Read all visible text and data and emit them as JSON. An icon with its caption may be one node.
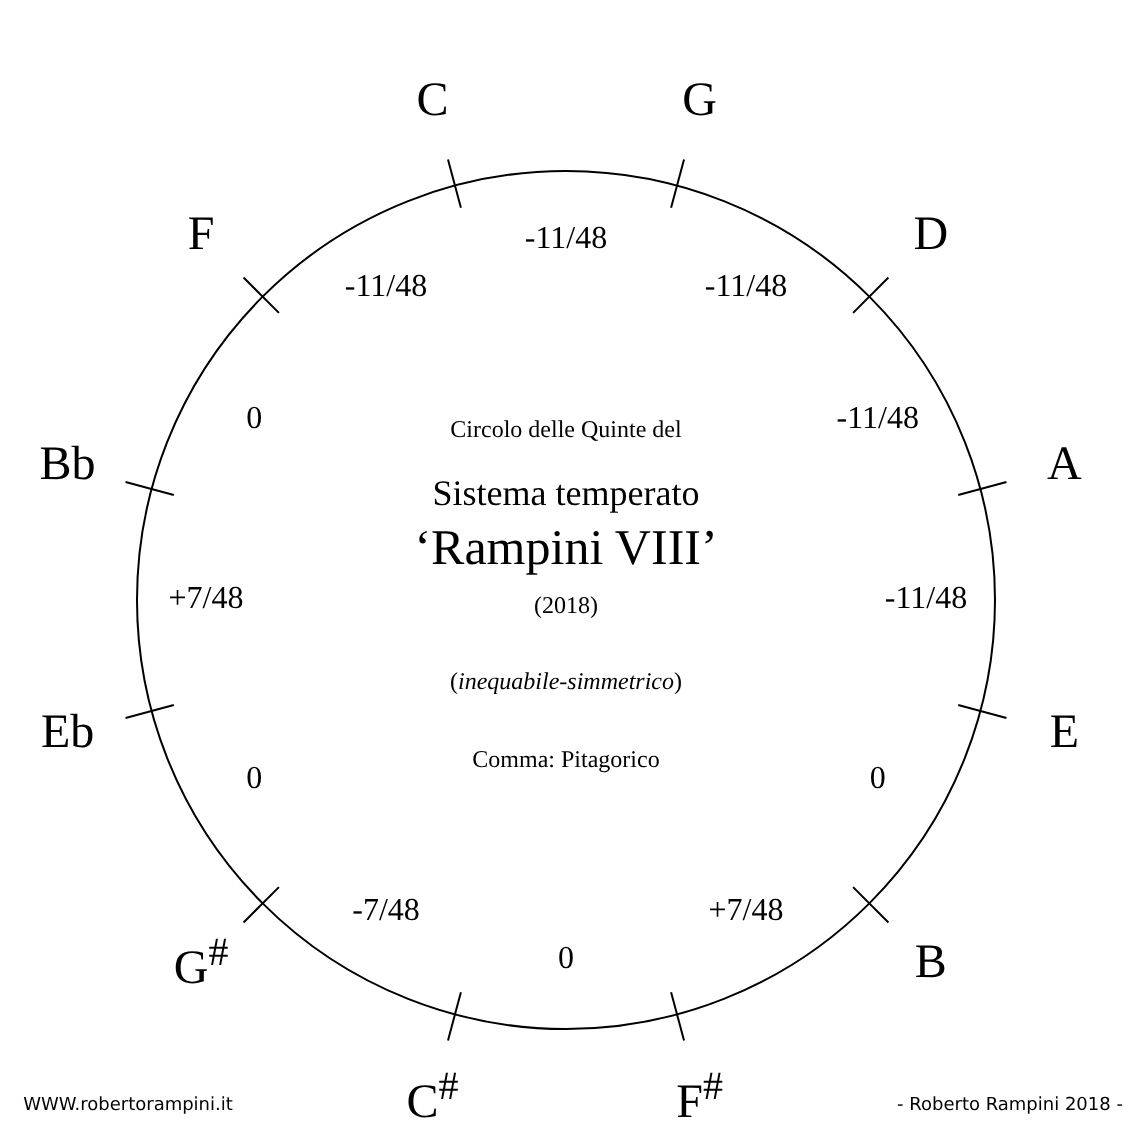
{
  "diagram": {
    "nodes": [
      {
        "text": [
          "Circolo delle Quinte del",
          "Sistema temperato",
          "‘Rampini VIII’",
          "(2018)",
          "(*inequabile-simmetrico*)",
          "Comma: Pitagorico"
        ]
      }
    ],
    "labels": [
      "C",
      "G",
      "-11/48",
      "F",
      "-11/48",
      "-11/48",
      "D",
      "0",
      "-11/48",
      "Bb",
      "A",
      "+7/48",
      "-11/48",
      "Eb",
      "E",
      "0",
      "0",
      "G$^{#}$",
      "-7/48",
      "+7/48",
      "B",
      "0",
      "C$^{#}$",
      "F$^{#}$",
      "WWW.robertorampini.it",
      "- Roberto Rampini 2018 -"
    ]
  }
}
